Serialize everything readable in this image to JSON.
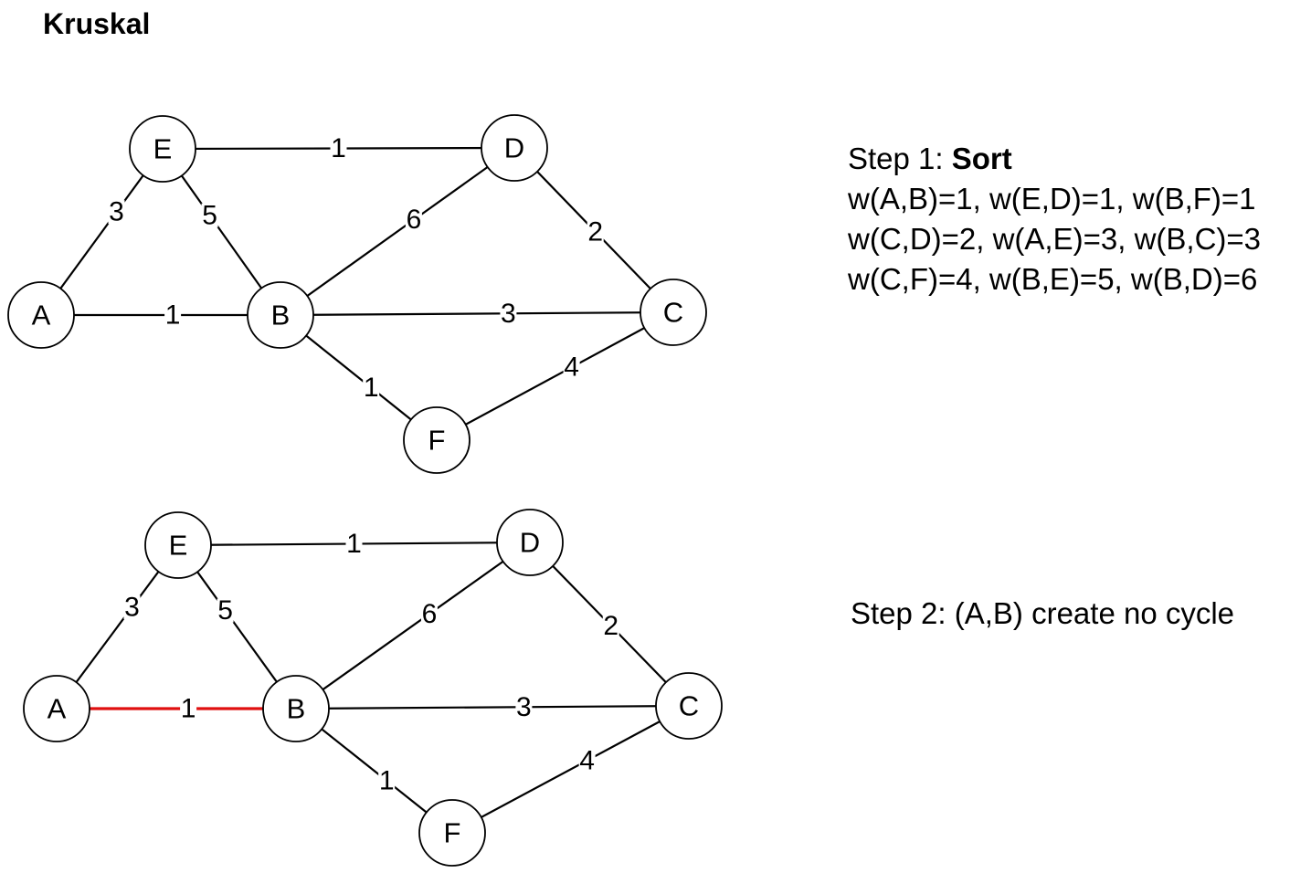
{
  "title": "Kruskal",
  "step1": {
    "prefix": "Step 1: ",
    "bold": "Sort",
    "lines": [
      "w(A,B)=1, w(E,D)=1, w(B,F)=1",
      "w(C,D)=2, w(A,E)=3, w(B,C)=3",
      "w(C,F)=4, w(B,E)=5, w(B,D)=6"
    ]
  },
  "step2": {
    "text": "Step 2: (A,B) create no cycle"
  },
  "graph": {
    "nodes": [
      "A",
      "B",
      "C",
      "D",
      "E",
      "F"
    ],
    "edges": [
      {
        "from": "A",
        "to": "B",
        "weight": "1"
      },
      {
        "from": "E",
        "to": "D",
        "weight": "1"
      },
      {
        "from": "B",
        "to": "F",
        "weight": "1"
      },
      {
        "from": "C",
        "to": "D",
        "weight": "2"
      },
      {
        "from": "A",
        "to": "E",
        "weight": "3"
      },
      {
        "from": "B",
        "to": "C",
        "weight": "3"
      },
      {
        "from": "C",
        "to": "F",
        "weight": "4"
      },
      {
        "from": "B",
        "to": "E",
        "weight": "5"
      },
      {
        "from": "B",
        "to": "D",
        "weight": "6"
      }
    ]
  },
  "diagrams": [
    {
      "highlighted_edges": []
    },
    {
      "highlighted_edges": [
        [
          "A",
          "B"
        ]
      ]
    }
  ],
  "colors": {
    "highlight": "#e01010",
    "stroke": "#000000",
    "background": "#ffffff"
  }
}
